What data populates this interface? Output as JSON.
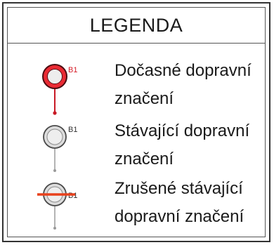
{
  "legend": {
    "title": "LEGENDA",
    "items": [
      {
        "symbol": "temporary-traffic-sign-icon",
        "code": "B1",
        "lines": [
          "Dočasné dopravní",
          "značení"
        ],
        "color": "#d61d28"
      },
      {
        "symbol": "existing-traffic-sign-icon",
        "code": "B1",
        "lines": [
          "Stávající dopravní",
          "značení"
        ],
        "color": "#9a9a9a"
      },
      {
        "symbol": "cancelled-traffic-sign-icon",
        "code": "B1",
        "lines": [
          "Zrušené stávající",
          "dopravní značení"
        ],
        "color": "#e8411c"
      }
    ]
  }
}
